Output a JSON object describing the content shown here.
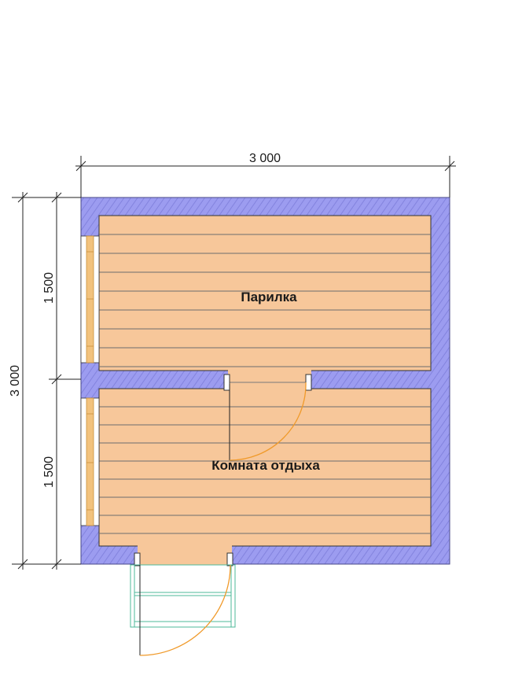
{
  "dimensions": {
    "top_width": "3 000",
    "left_total": "3 000",
    "left_upper": "1 500",
    "left_lower": "1 500"
  },
  "rooms": {
    "steam_room": "Парилка",
    "rest_room": "Комната отдыха"
  },
  "colors": {
    "wall": "#9C9CF0",
    "floor": "#F7C79A",
    "floor_line": "#6E6E6E",
    "door_swing": "#F09A2A",
    "porch_rail": "#4DB89A",
    "window": "#F2C27D"
  }
}
